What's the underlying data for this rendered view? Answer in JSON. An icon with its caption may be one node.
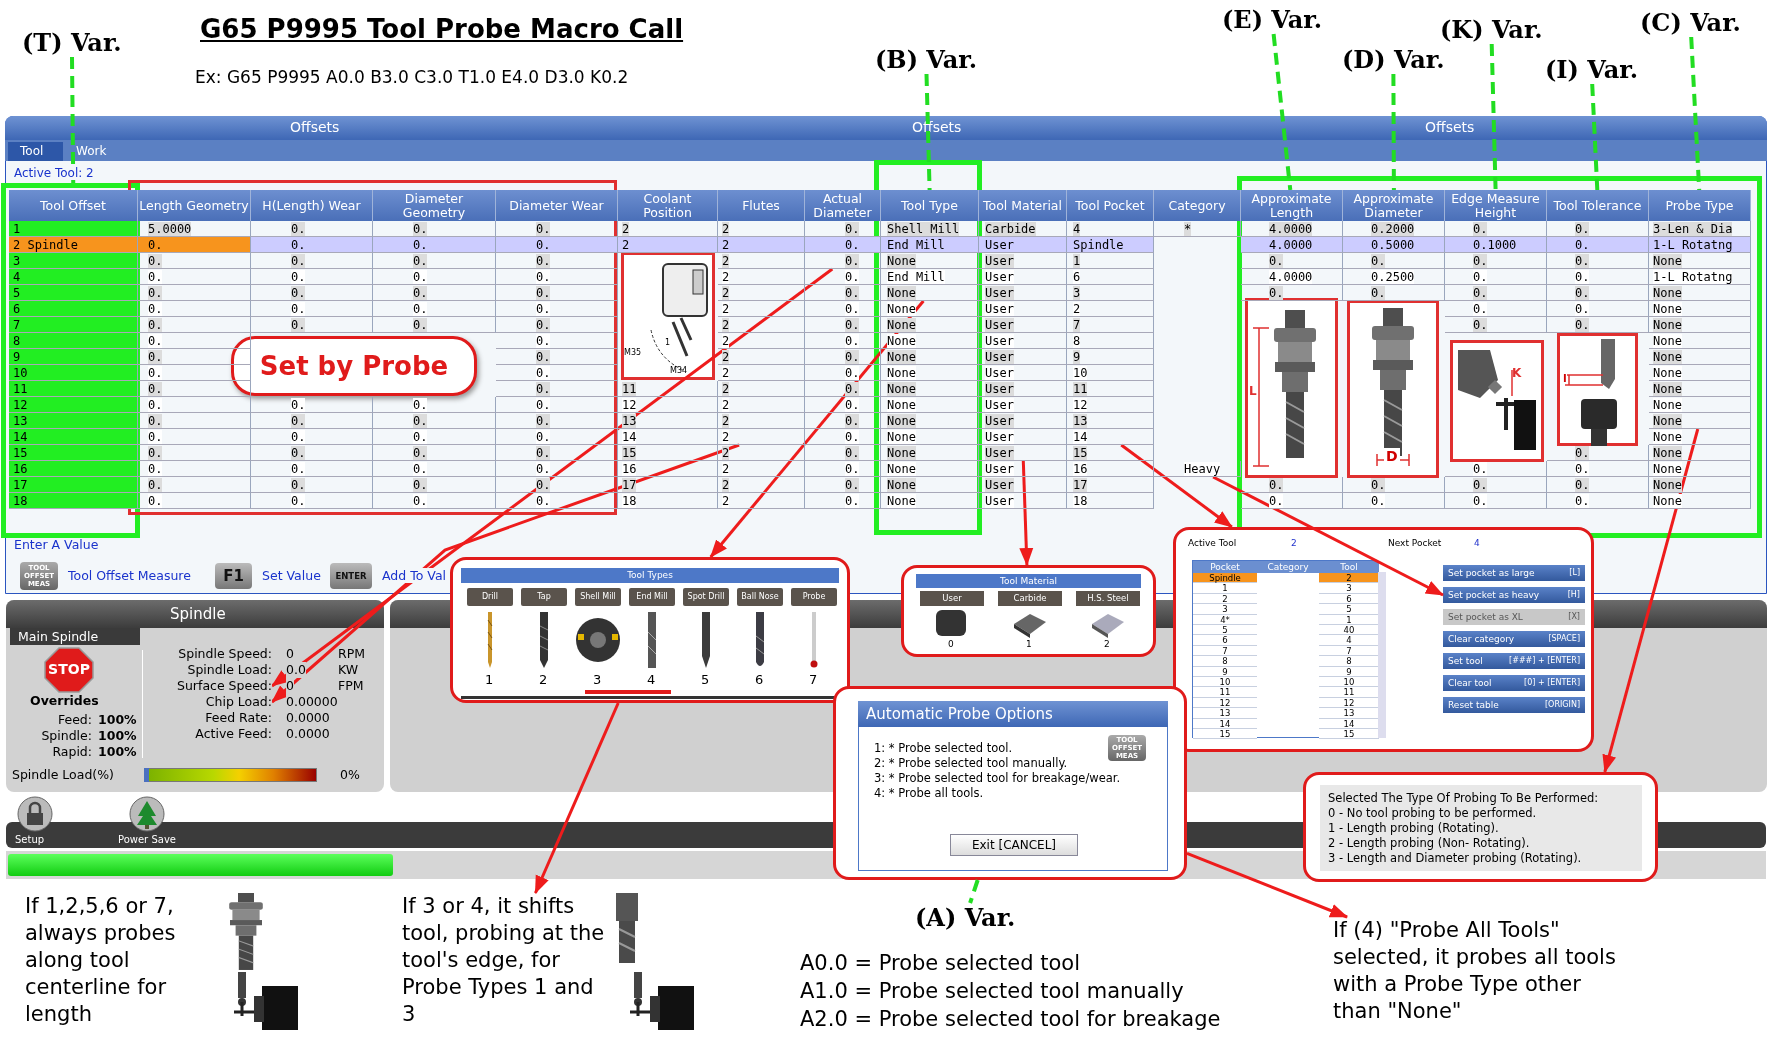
{
  "diagram": {
    "title": "G65 P9995 Tool Probe Macro Call",
    "nodes": [
      {
        "text": [
          "(T) Var."
        ]
      },
      {
        "text": [
          "(B) Var."
        ]
      },
      {
        "text": [
          "(E) Var."
        ]
      },
      {
        "text": [
          "(D) Var."
        ]
      },
      {
        "text": [
          "(K) Var."
        ]
      },
      {
        "text": [
          "(I) Var."
        ]
      },
      {
        "text": [
          "(C) Var."
        ]
      },
      {
        "text": [
          "Tool Offset"
        ]
      },
      {
        "text": [
          "Tool Type"
        ]
      },
      {
        "text": [
          "Approximate Length"
        ]
      },
      {
        "text": [
          "Approximate Diameter"
        ]
      },
      {
        "text": [
          "Edge Measure Height"
        ]
      },
      {
        "text": [
          "Tool Tolerance"
        ]
      },
      {
        "text": [
          "Probe Type"
        ]
      },
      {
        "text": [
          "Set by Probe"
        ]
      },
      {
        "text": [
          "Surface Speed:"
        ]
      },
      {
        "text": [
          "Chip Load:"
        ]
      },
      {
        "text": [
          "Tool Types",
          "Drill",
          "Tap",
          "Shell Mill",
          "End Mill",
          "Spot Drill",
          "Ball Nose",
          "Probe",
          "1",
          "2",
          "3",
          "4",
          "5",
          "6",
          "7"
        ]
      },
      {
        "text": [
          "Tool Material",
          "User",
          "Carbide",
          "H.S. Steel",
          "0",
          "1",
          "2"
        ]
      },
      {
        "text": [
          "Active Tool",
          "2",
          "Next Pocket",
          "4"
        ]
      },
      {
        "text": [
          "Set pocket as large",
          "[L]"
        ],
        "in": 19
      },
      {
        "text": [
          "Set pocket as heavy",
          "[H]"
        ],
        "in": 19
      },
      {
        "text": [
          "Set pocket as XL",
          "[X]"
        ],
        "in": 19
      },
      {
        "text": [
          "Clear category",
          "[SPACE]"
        ],
        "in": 19
      },
      {
        "text": [
          "Set tool",
          "[###] + [ENTER]"
        ],
        "in": 19
      },
      {
        "text": [
          "Clear tool",
          "[0] + [ENTER]"
        ],
        "in": 19
      },
      {
        "text": [
          "Reset table",
          "[ORIGIN]"
        ],
        "in": 19
      },
      {
        "text": [
          "Automatic Probe Options",
          "1: * Probe selected tool.",
          "2: * Probe selected tool manually.",
          "3: * Probe selected tool for breakage/wear.",
          "4: * Probe all tools.",
          "TOOL OFFSET MEAS",
          "Exit [CANCEL]"
        ]
      },
      {
        "text": [
          "Selected The Type Of Probing To Be Performed:",
          "0 - No tool probing to be performed.",
          "1 - Length probing (Rotating).",
          "2 - Length probing (Non- Rotating).",
          "3 - Length and Diameter probing (Rotating)."
        ]
      },
      {
        "text": [
          "If 1,2,5,6 or 7, always probes along tool centerline for length"
        ]
      },
      {
        "text": [
          "If 3 or 4, it shifts tool, probing at the tool's edge, for Probe Types 1 and 3"
        ]
      },
      {
        "text": [
          "(A) Var."
        ]
      },
      {
        "text": [
          "If (4) \"Probe All Tools\" selected, it probes all tools with a Probe Type other than \"None\""
        ]
      },
      {
        "text": [
          "0."
        ]
      },
      {
        "text": [
          "2"
        ]
      },
      {
        "text": [
          "None"
        ]
      },
      {
        "text": [
          "User"
        ]
      },
      {
        "text": [
          "14"
        ]
      },
      {
        "text": [
          "Heavy"
        ]
      },
      {
        "text": [
          "None"
        ]
      },
      {
        "text": [
          "Length Geometry"
        ]
      },
      {
        "text": [
          "H(Length) Wear"
        ]
      },
      {
        "text": [
          "Diameter Geometry"
        ]
      },
      {
        "text": [
          "Diameter Wear"
        ]
      },
      {
        "text": [
          "Coolant Position"
        ]
      },
      {
        "text": [
          "Flutes"
        ]
      },
      {
        "text": [
          "Actual Diameter"
        ]
      },
      {
        "text": [
          "Tool Material"
        ]
      },
      {
        "text": [
          "Tool Pocket"
        ]
      },
      {
        "text": [
          "Category"
        ]
      }
    ],
    "edges": [
      {
        "from": 0,
        "to": 7,
        "arrow": "none",
        "style": "dashed",
        "color": "#22dd22"
      },
      {
        "from": 1,
        "to": 8,
        "arrow": "none",
        "style": "dashed",
        "color": "#22dd22"
      },
      {
        "from": 2,
        "to": 9,
        "arrow": "none",
        "style": "dashed",
        "color": "#22dd22"
      },
      {
        "from": 3,
        "to": 10,
        "arrow": "none",
        "style": "dashed",
        "color": "#22dd22"
      },
      {
        "from": 4,
        "to": 11,
        "arrow": "none",
        "style": "dashed",
        "color": "#22dd22"
      },
      {
        "from": 5,
        "to": 12,
        "arrow": "none",
        "style": "dashed",
        "color": "#22dd22"
      },
      {
        "from": 6,
        "to": 13,
        "arrow": "none",
        "style": "dashed",
        "color": "#22dd22"
      },
      {
        "from": 27,
        "to": 31,
        "arrow": "none",
        "style": "dashed",
        "color": "#22dd22"
      },
      {
        "from": 33,
        "to": 15,
        "arrow": "to"
      },
      {
        "from": 34,
        "to": 16,
        "arrow": "to"
      },
      {
        "from": 35,
        "to": 17,
        "arrow": "to"
      },
      {
        "from": 36,
        "to": 18,
        "arrow": "to"
      },
      {
        "from": 37,
        "to": 19,
        "arrow": "to"
      },
      {
        "from": 38,
        "to": 21,
        "arrow": "to"
      },
      {
        "from": 39,
        "to": 28,
        "arrow": "to"
      },
      {
        "from": 17,
        "to": 30,
        "arrow": "to"
      },
      {
        "from": 27,
        "to": 32,
        "arrow": "to"
      }
    ],
    "labels": [
      "Ex: G65 P9995 A0.0 B3.0 C3.0 T1.0 E4.0 D3.0 K0.2",
      "Offsets",
      "Offsets",
      "Offsets",
      "Tool",
      "Work",
      "Active Tool: 2",
      "1",
      "5.0000",
      "0.",
      "0.",
      "0.",
      "2",
      "2",
      "0.",
      "Shell Mill",
      "Carbide",
      "4",
      "*",
      "4.0000",
      "0.2000",
      "0.",
      "0.",
      "3-Len & Dia",
      "2 Spindle",
      "0.",
      "0.",
      "0.",
      "0.",
      "2",
      "2",
      "0.",
      "End Mill",
      "User",
      "Spindle",
      "4.0000",
      "0.5000",
      "0.1000",
      "0.",
      "1-L Rotatng",
      "3",
      "0.",
      "0.",
      "0.",
      "0.",
      "2",
      "None",
      "User",
      "1",
      "0.",
      "0.",
      "0.",
      "0.",
      "None",
      "4",
      "0.",
      "0.",
      "0.",
      "0.",
      "2",
      "0.",
      "End Mill",
      "User",
      "6",
      "4.0000",
      "0.2500",
      "0.",
      "0.",
      "1-L Rotatng",
      "5",
      "0.",
      "0.",
      "0.",
      "0.",
      "2",
      "0.",
      "User",
      "3",
      "0.",
      "0.",
      "0.",
      "0.",
      "None",
      "6",
      "0.",
      "0.",
      "0.",
      "0.",
      "2",
      "0.",
      "None",
      "User",
      "2",
      "0.",
      "0.",
      "None",
      "7",
      "0.",
      "0.",
      "0.",
      "0.",
      "2",
      "0.",
      "None",
      "User",
      "7",
      "0.",
      "0.",
      "None",
      "8",
      "0.",
      "0.",
      "2",
      "0.",
      "None",
      "User",
      "8",
      "None",
      "9",
      "0.",
      "0.",
      "2",
      "0.",
      "None",
      "User",
      "9",
      "None",
      "10",
      "0.",
      "0.",
      "2",
      "0.",
      "None",
      "User",
      "10",
      "None",
      "11",
      "0.",
      "0.",
      "11",
      "2",
      "0.",
      "None",
      "User",
      "11",
      "None",
      "12",
      "0.",
      "0.",
      "0.",
      "0.",
      "12",
      "2",
      "0.",
      "None",
      "User",
      "12",
      "None",
      "13",
      "0.",
      "0.",
      "0.",
      "0.",
      "13",
      "2",
      "0.",
      "None",
      "User",
      "13",
      "14",
      "0.",
      "0.",
      "0.",
      "0.",
      "14",
      "0.",
      "None",
      "User",
      "None",
      "15",
      "0.",
      "0.",
      "0.",
      "0.",
      "15",
      "2",
      "0.",
      "None",
      "15",
      "0.",
      "None",
      "16",
      "0.",
      "0.",
      "0.",
      "0.",
      "16",
      "2",
      "0.",
      "None",
      "User",
      "16",
      "0.",
      "0.",
      "None",
      "17",
      "0.",
      "0.",
      "0.",
      "0.",
      "17",
      "2",
      "0.",
      "None",
      "User",
      "17",
      "0.",
      "0.",
      "0.",
      "0.",
      "None",
      "18",
      "0.",
      "0.",
      "0.",
      "0.",
      "18",
      "2",
      "0.",
      "None",
      "User",
      "18",
      "0.",
      "0.",
      "0.",
      "0.",
      "None",
      "1",
      "M35",
      "M34",
      "L",
      "D",
      "K",
      "I",
      "Enter A Value",
      "TOOL OFFSET MEAS",
      "Tool Offset Measure",
      "F1",
      "Set Value",
      "ENTER",
      "Add To Val",
      "Spindle",
      "Main Spindle",
      "STOP",
      "Overrides",
      "Feed:",
      "100%",
      "Spindle:",
      "100%",
      "Rapid:",
      "100%",
      "Spindle Speed:",
      "0",
      "RPM",
      "Spindle Load:",
      "0.0",
      "KW",
      "0",
      "FPM",
      "0.00000",
      "Feed Rate:",
      "0.0000",
      "Active Feed:",
      "0.0000",
      "Spindle Load(%)",
      "0%",
      "Setup",
      "Power Save",
      "Pocket",
      "Category",
      "Tool",
      "Spindle",
      "2",
      "1",
      "3",
      "2",
      "6",
      "3",
      "5",
      "4*",
      "1",
      "5",
      "40",
      "6",
      "4",
      "7",
      "7",
      "8",
      "8",
      "9",
      "9",
      "10",
      "10",
      "11",
      "11",
      "12",
      "12",
      "13",
      "13",
      "14",
      "14",
      "15",
      "15",
      "A0.0 = Probe selected tool",
      "A1.0 = Probe selected tool manually",
      "A2.0 = Probe selected tool for breakage"
    ]
  }
}
